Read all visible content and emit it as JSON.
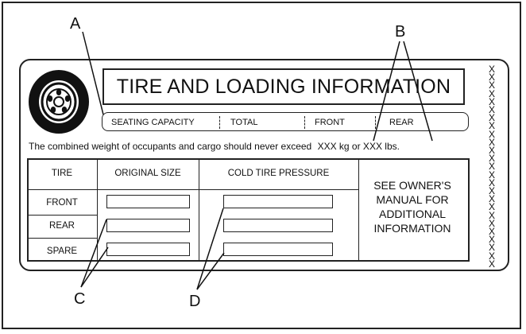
{
  "callouts": {
    "a": "A",
    "b": "B",
    "c": "C",
    "d": "D"
  },
  "title": "TIRE AND LOADING INFORMATION",
  "capacity_bar": {
    "seating_capacity": "SEATING CAPACITY",
    "total": "TOTAL",
    "front": "FRONT",
    "rear": "REAR"
  },
  "sentence": {
    "text": "The combined weight of occupants and cargo should never exceed",
    "value": "XXX kg or XXX lbs."
  },
  "table": {
    "headers": {
      "tire": "TIRE",
      "original_size": "ORIGINAL SIZE",
      "cold_tire_pressure": "COLD TIRE PRESSURE"
    },
    "rows": [
      "FRONT",
      "REAR",
      "SPARE"
    ],
    "note": [
      "SEE OWNER'S",
      "MANUAL FOR",
      "ADDITIONAL",
      "INFORMATION"
    ]
  },
  "x_marks": [
    "X",
    "X",
    "X",
    "X",
    "X",
    "X",
    "X",
    "X",
    "X",
    "X",
    "X",
    "X",
    "X",
    "X",
    "X",
    "X",
    "X",
    "X",
    "X",
    "X",
    "X",
    "X",
    "X",
    "X",
    "X"
  ]
}
